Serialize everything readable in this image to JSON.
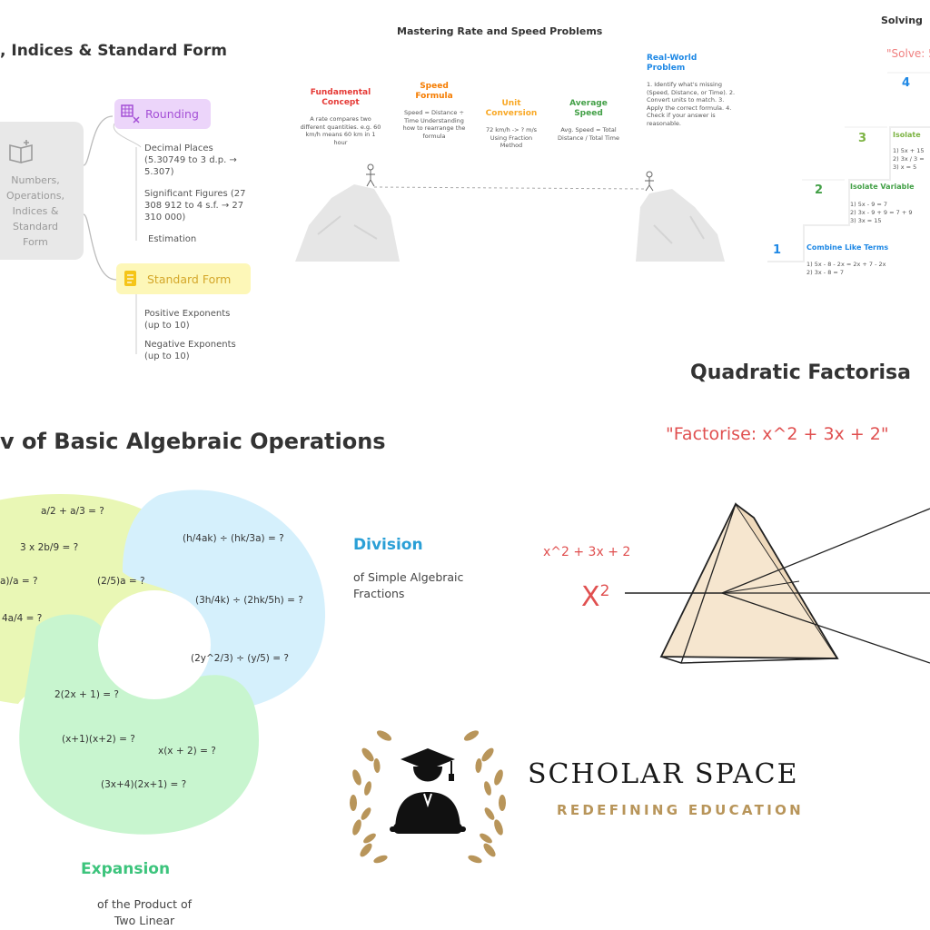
{
  "panel_indices": {
    "title": ", Indices & Standard Form",
    "root_label": "Numbers, Operations, Indices & Standard Form",
    "root_lines": [
      "Numbers,",
      "Operations,",
      "Indices &",
      "Standard",
      "Form"
    ],
    "rounding": {
      "label": "Rounding",
      "items": [
        "Decimal Places (5.30749 to 3 d.p. → 5.307)",
        "Significant Figures (27 308 912 to 4 s.f. → 27 310 000)",
        "Estimation"
      ]
    },
    "standard_form": {
      "label": "Standard Form",
      "items": [
        "Positive Exponents (up to 10)",
        "Negative Exponents (up to 10)"
      ]
    },
    "colors": {
      "rounding": "#ecd5fa",
      "standard": "#fdf7b8",
      "root": "#e8e8e8"
    }
  },
  "panel_speed": {
    "title": "Mastering Rate and Speed Problems",
    "steps": [
      {
        "title": "Fundamental Concept",
        "color": "#e53935",
        "body": "A rate compares two different quantities. e.g. 60 km/h means 60 km in 1 hour"
      },
      {
        "title": "Speed Formula",
        "color": "#f57c00",
        "body": "Speed = Distance ÷ Time Understanding how to rearrange the formula"
      },
      {
        "title": "Unit Conversion",
        "color": "#f9a825",
        "body": "72 km/h -> ? m/s Using Fraction Method"
      },
      {
        "title": "Average Speed",
        "color": "#43a047",
        "body": "Avg. Speed = Total Distance / Total Time"
      },
      {
        "title": "Real-World Problem",
        "color": "#1e88e5",
        "body": "1. Identify what's missing (Speed, Distance, or Time). 2. Convert units to match. 3. Apply the correct formula. 4. Check if your answer is reasonable."
      }
    ]
  },
  "panel_solving": {
    "title": "Solving",
    "prompt": "\"Solve: 5",
    "steps": [
      {
        "num": "4",
        "title": "",
        "lines": []
      },
      {
        "num": "3",
        "title": "Isolate",
        "lines": [
          "1) 5x + 15",
          "2) 3x / 3 =",
          "3) x = 5"
        ]
      },
      {
        "num": "2",
        "title": "Isolate Variable",
        "lines": [
          "1) 5x - 9 = 7",
          "2) 3x - 9 + 9 = 7 + 9",
          "3) 3x = 15"
        ]
      },
      {
        "num": "1",
        "title": "Combine Like Terms",
        "lines": [
          "1) 5x - 8 - 2x = 2x + 7 - 2x",
          "2) 3x - 8 = 7"
        ]
      }
    ]
  },
  "panel_quadratic": {
    "title": "Quadratic Factorisa",
    "question": "\"Factorise: x^2 + 3x + 2\"",
    "expression": "x^2 + 3x + 2",
    "symbol": "X",
    "symbol_exp": "2"
  },
  "panel_algebra": {
    "title": "v of Basic Algebraic Operations",
    "fractions_equations": [
      "a/2 + a/3 = ?",
      "3 x 2b/9 = ?",
      "a)/a = ?",
      "(2/5)a = ?",
      "4a/4 = ?"
    ],
    "division": {
      "label": "Division",
      "sub_lines": [
        "of Simple Algebraic",
        "Fractions"
      ],
      "equations": [
        "(h/4ak) ÷ (hk/3a) = ?",
        "(3h/4k) ÷ (2hk/5h) = ?",
        "(2y^2/3) ÷ (y/5) = ?"
      ],
      "color": "#2a9fd6"
    },
    "expansion": {
      "label": "Expansion",
      "sub_lines": [
        "of the Product of",
        "Two Linear"
      ],
      "equations": [
        "2(2x + 1) = ?",
        "(x+1)(x+2) = ?",
        "x(x + 2) = ?",
        "(3x+4)(2x+1) = ?"
      ],
      "color": "#3cc47c"
    }
  },
  "logo": {
    "title": "SCHOLAR SPACE",
    "tagline": "REDEFINING EDUCATION",
    "accent": "#b8955a"
  }
}
